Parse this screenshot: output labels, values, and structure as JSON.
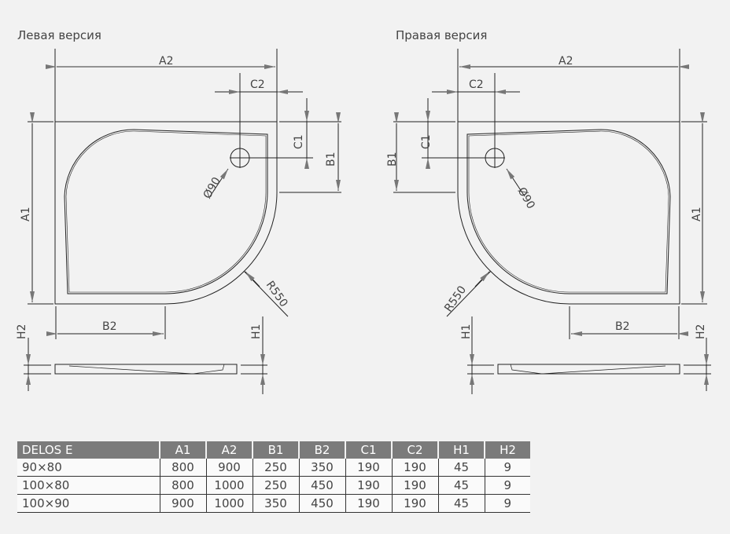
{
  "left": {
    "title": "Левая версия",
    "labels": {
      "A1": "A1",
      "A2": "A2",
      "B1": "B1",
      "B2": "B2",
      "C1": "C1",
      "C2": "C2",
      "H1": "H1",
      "H2": "H2",
      "drain": "Ø90",
      "radius": "R550"
    }
  },
  "right": {
    "title": "Правая версия",
    "labels": {
      "A1": "A1",
      "A2": "A2",
      "B1": "B1",
      "B2": "B2",
      "C1": "C1",
      "C2": "C2",
      "H1": "H1",
      "H2": "H2",
      "drain": "Ø90",
      "radius": "R550"
    }
  },
  "table": {
    "headers": [
      "DELOS E",
      "A1",
      "A2",
      "B1",
      "B2",
      "C1",
      "C2",
      "H1",
      "H2"
    ],
    "rows": [
      [
        "90×80",
        "800",
        "900",
        "250",
        "350",
        "190",
        "190",
        "45",
        "9"
      ],
      [
        "100×80",
        "800",
        "1000",
        "250",
        "450",
        "190",
        "190",
        "45",
        "9"
      ],
      [
        "100×90",
        "900",
        "1000",
        "350",
        "450",
        "190",
        "190",
        "45",
        "9"
      ]
    ],
    "header_color": "#7b7b7b"
  }
}
